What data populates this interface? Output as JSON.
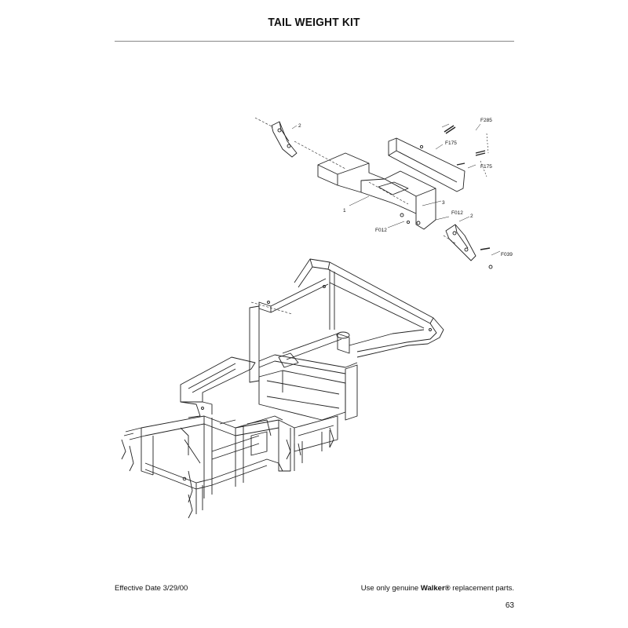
{
  "page": {
    "title": "TAIL WEIGHT KIT",
    "footer": {
      "effective_date": "Effective Date 3/29/00",
      "disclaimer_pre": "Use only genuine ",
      "brand": "Walker®",
      "disclaimer_post": " replacement parts.",
      "page_number": "63"
    }
  },
  "diagram": {
    "callouts": {
      "c_2_top": "2",
      "c_F285": "F285",
      "c_F175_a": "F175",
      "c_F175_b": "F175",
      "c_1": "1",
      "c_3": "3",
      "c_F012_a": "F012",
      "c_2_right": "2",
      "c_F012_b": "F012",
      "c_F039": "F039"
    }
  }
}
